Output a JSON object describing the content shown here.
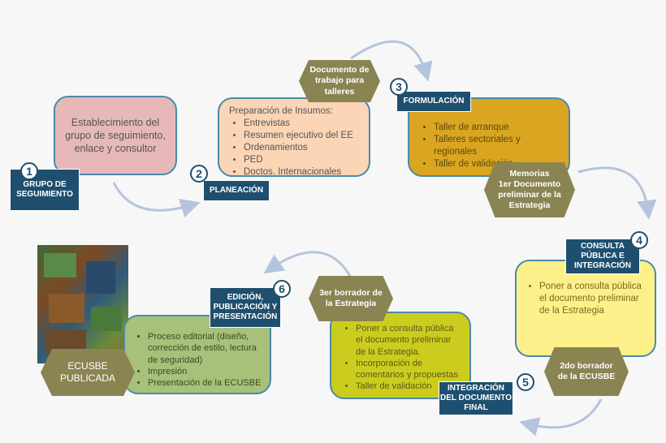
{
  "steps": {
    "s1": {
      "number": "1",
      "label": "GRUPO DE SEGUIMIENTO",
      "text": "Establecimiento del grupo de seguimiento, enlace y consultor"
    },
    "s2": {
      "number": "2",
      "label": "PLANEACIÓN",
      "heading": "Preparación de Insumos:",
      "items": [
        "Entrevistas",
        "Resumen ejecutivo del EE",
        "Ordenamientos",
        "PED",
        "Doctos. Internacionales"
      ]
    },
    "s3": {
      "number": "3",
      "label": "FORMULACIÓN",
      "items": [
        "Taller de arranque",
        "Talleres sectoriales y  regionales",
        "Taller de validación"
      ]
    },
    "s4": {
      "number": "4",
      "label": "CONSULTA PÚBLICA E INTEGRACIÓN",
      "text": "Poner a consulta pública el documento preliminar de la Estrategia"
    },
    "s5": {
      "number": "5",
      "label": "INTEGRACIÓN DEL DOCUMENTO FINAL",
      "items": [
        "Poner a consulta pública el documento preliminar de la Estrategia.",
        "Incorporación de comentarios y propuestas",
        "Taller de validación"
      ]
    },
    "s6": {
      "number": "6",
      "label": "EDICIÓN, PUBLICACIÓN Y PRESENTACIÓN",
      "items": [
        "Proceso editorial (diseño, corrección de estilo, lectura de seguridad)",
        "Impresión",
        "Presentación de la ECUSBE"
      ]
    }
  },
  "hexes": {
    "documento": "Documento de trabajo para talleres",
    "memorias": "Memorias",
    "primer_doc": "1er Documento preliminar de la Estrategia",
    "segundo": "2do borrador de la ECUSBE",
    "tercer": "3er borrador de la Estrategia",
    "ecusbe": "ECUSBE PUBLICADA"
  },
  "colors": {
    "label_bg": "#1f4f6e",
    "s1": "#e6b9b8",
    "s2": "#fbd5b5",
    "s3": "#daa520",
    "s4": "#fdf08a",
    "s5": "#cccc1f",
    "s6": "#a7c07a",
    "hex": "#8a8453",
    "arrow": "#b4c4dc"
  }
}
